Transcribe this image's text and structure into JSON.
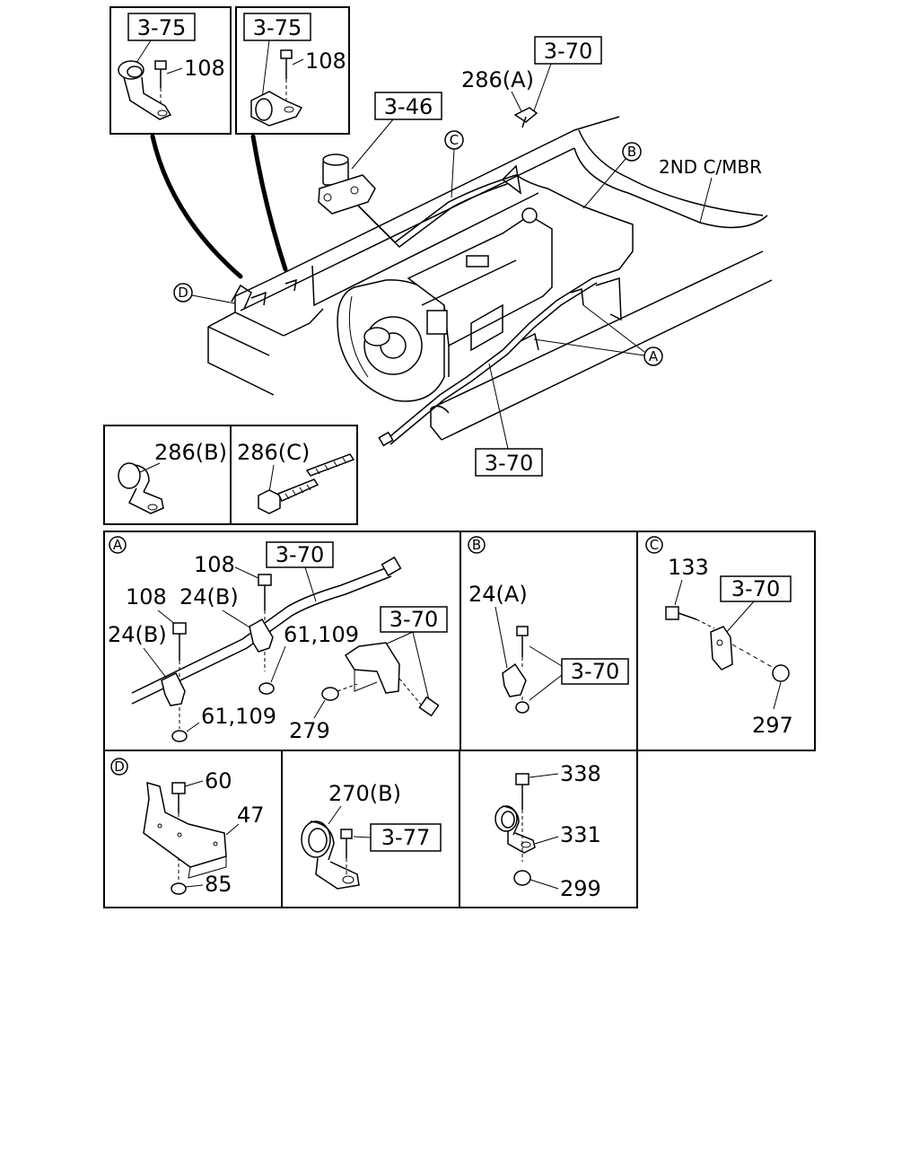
{
  "main_view": {
    "inset_left_ref": "3-75",
    "inset_left_part": "108",
    "inset_right_ref": "3-75",
    "inset_right_part": "108",
    "ref_top": "3-70",
    "ref_air": "3-46",
    "ref_bottom": "3-70",
    "clip_a_label": "286(A)",
    "crossmember_label": "2ND C/MBR",
    "circle_a": "A",
    "circle_b": "B",
    "circle_c": "C",
    "circle_d": "D"
  },
  "clip_panel": {
    "left_label": "286(B)",
    "right_label": "286(C)"
  },
  "detail_a": {
    "circle": "A",
    "ref_upper": "3-70",
    "ref_right": "3-70",
    "bolt_top": "108",
    "bolt_left": "108",
    "clip_mid": "24(B)",
    "clip_left": "24(B)",
    "nut_upper": "61,109",
    "nut_lower": "61,109",
    "nut_bracket": "279"
  },
  "detail_b": {
    "circle": "B",
    "clip": "24(A)",
    "ref": "3-70"
  },
  "detail_c": {
    "circle": "C",
    "bolt": "133",
    "ref": "3-70",
    "nut": "297"
  },
  "detail_d": {
    "circle": "D",
    "bolt": "60",
    "bracket": "47",
    "nut": "85"
  },
  "detail_270": {
    "clip": "270(B)",
    "ref": "3-77"
  },
  "detail_338": {
    "bolt": "338",
    "clip": "331",
    "nut": "299"
  }
}
